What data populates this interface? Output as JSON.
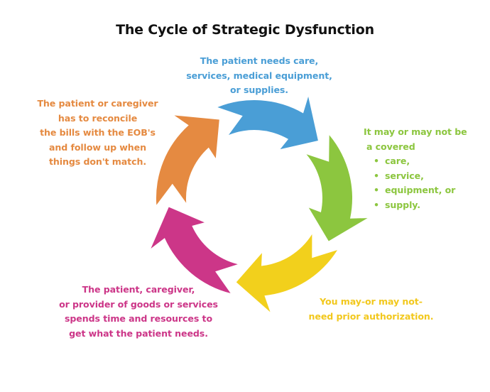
{
  "title": "The Cycle of Strategic Dysfunction",
  "colors": {
    "blue": "#4a9ed6",
    "green": "#8cc63f",
    "yellow": "#f2d01c",
    "pink": "#cc3688",
    "orange": "#e58a41",
    "title": "#111111"
  },
  "steps": [
    {
      "id": "blue",
      "color": "#4a9ed6",
      "lines": [
        "The patient needs care,",
        "services, medical equipment,",
        "or supplies."
      ]
    },
    {
      "id": "green",
      "color": "#8cc63f",
      "intro": [
        "It may or may not be",
        "a covered"
      ],
      "bullets": [
        "care,",
        "service,",
        "equipment, or",
        "supply."
      ]
    },
    {
      "id": "yellow",
      "color": "#f2c81d",
      "lines": [
        "You may-or may not-",
        "need prior authorization."
      ]
    },
    {
      "id": "pink",
      "color": "#cc3688",
      "lines": [
        "The patient, caregiver,",
        "or provider of goods or services",
        "spends time and resources to",
        "get what the patient needs."
      ]
    },
    {
      "id": "orange",
      "color": "#e58a41",
      "lines": [
        "The patient or caregiver",
        "has to reconcile",
        "the bills with the EOB's",
        "and follow up when",
        "things don't match."
      ]
    }
  ]
}
